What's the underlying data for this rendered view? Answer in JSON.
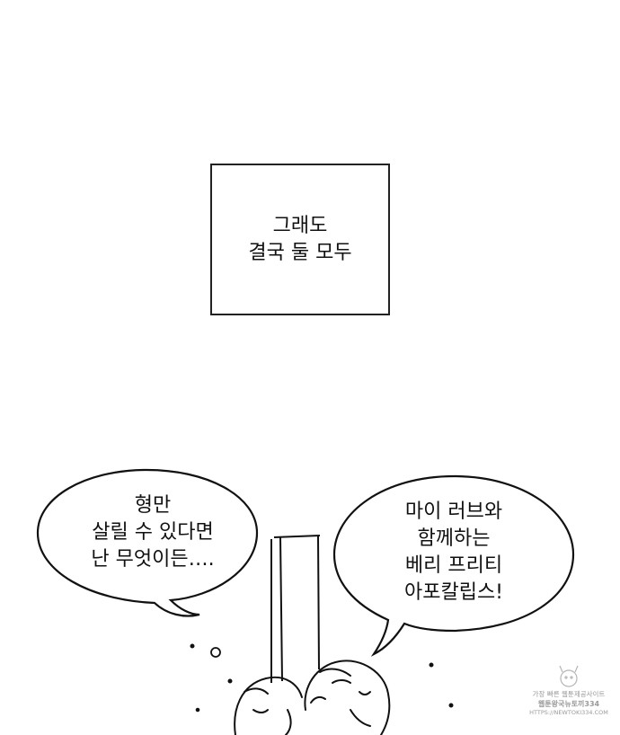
{
  "caption": {
    "lines": [
      "그래도",
      "결국 둘 모두"
    ]
  },
  "left_bubble": {
    "lines": [
      "형만",
      "살릴 수 있다면",
      "난 무엇이든…."
    ]
  },
  "right_bubble": {
    "lines": [
      "마이 러브와",
      "함께하는",
      "베리 프리티",
      "아포칼립스!"
    ]
  },
  "watermark": {
    "line1": "가장 빠른 웹툰제공사이트",
    "line2": "웹툰왕국뉴토끼334",
    "line3": "HTTPS://NEWTOKI334.COM"
  },
  "colors": {
    "ink": "#111111",
    "background": "#ffffff",
    "watermark": "#9a9a9a"
  }
}
